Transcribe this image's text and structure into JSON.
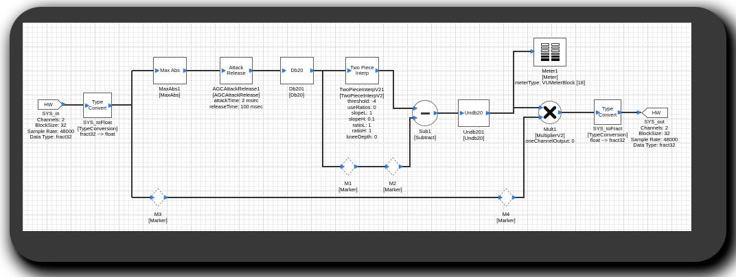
{
  "app": {
    "view": "signal-flow-canvas"
  },
  "colors": {
    "pin_blue": "#2e7fd9",
    "wire": "#333333",
    "frame": "#383838",
    "grid_minor": "#ededed",
    "grid_major": "#dbdbdb"
  },
  "blocks": {
    "sys_in": {
      "title": "HW",
      "name": "SYS_in",
      "props": [
        "Channels: 2",
        "BlockSize: 32",
        "Sample Rate: 48000",
        "Data Type: fract32"
      ]
    },
    "sys_to_float": {
      "title": "Type\nConvert",
      "labels": [
        "SYS_toFloat",
        "[TypeConversion]",
        "fract32 --> float"
      ]
    },
    "max_abs": {
      "title": "Max Abs",
      "labels": [
        "MaxAbs1",
        "[MaxAbs]"
      ]
    },
    "attack_release": {
      "title": "Attack\nRelease",
      "labels": [
        "AGCAttackRelease1",
        "[AGCAttackRelease]",
        "attackTime: 2 msec",
        "releaseTime: 100 msec"
      ]
    },
    "db20": {
      "title": "Db20",
      "labels": [
        "Db201",
        "[Db20]"
      ]
    },
    "two_piece_interp": {
      "title": "Two Piece\nInterp",
      "labels": [
        "TwoPieceInterpV21",
        "[TwoPieceInterpV2]",
        "threshold: -4",
        "useRatios: 0",
        "slopeL: 1",
        "slopeH: 0.1",
        "ratioL: 1",
        "ratioH: 1",
        "kneeDepth: 0"
      ]
    },
    "sub": {
      "labels": [
        "Sub1",
        "[Subtract]"
      ]
    },
    "undb20": {
      "title": "Undb20",
      "labels": [
        "Undb201",
        "[Undb20]"
      ]
    },
    "meter": {
      "labels": [
        "Meter1",
        "[Meter]",
        "meterType: VUMeterBlock [18]"
      ]
    },
    "mult": {
      "labels": [
        "Mult1",
        "[MultiplierV2]",
        "oneChannelOutput: 0"
      ]
    },
    "sys_to_fract": {
      "title": "Type\nConvert",
      "labels": [
        "SYS_toFract",
        "[TypeConversion]",
        "float --> fract32"
      ]
    },
    "sys_out": {
      "title": "HW",
      "name": "SYS_out",
      "props": [
        "Channels: 2",
        "BlockSize: 32",
        "Sample Rate: 48000",
        "Data Type: fract32"
      ]
    },
    "m1": {
      "labels": [
        "M1",
        "[Marker]"
      ]
    },
    "m2": {
      "labels": [
        "M2",
        "[Marker]"
      ]
    },
    "m3": {
      "labels": [
        "M3",
        "[Marker]"
      ]
    },
    "m4": {
      "labels": [
        "M4",
        "[Marker]"
      ]
    }
  }
}
